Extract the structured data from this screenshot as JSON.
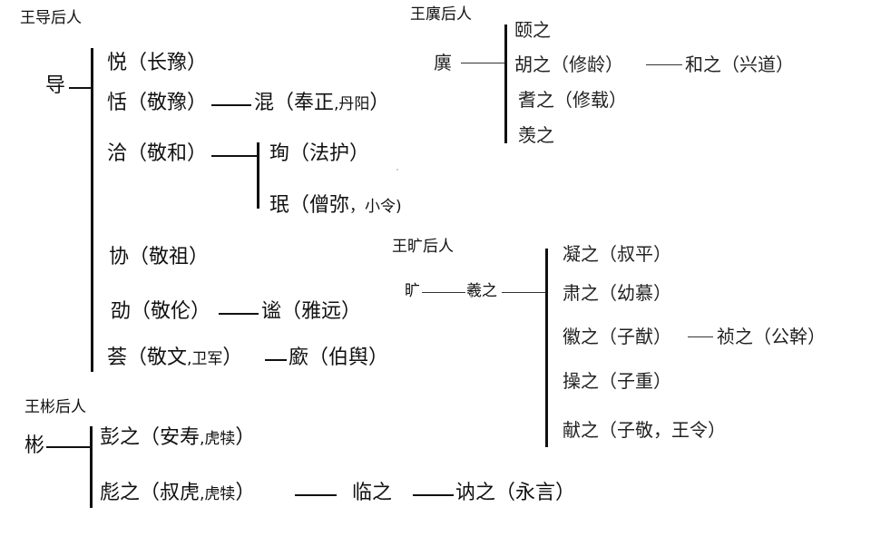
{
  "groups": {
    "dao": {
      "title": "王导后人",
      "root": "导",
      "sons": {
        "yue": "悦（长豫）",
        "tian": "恬（敬豫）",
        "qia": "洽（敬和）",
        "xie": "协（敬祖）",
        "shao": "劭（敬伦）",
        "hui": "荟（敬文"
      },
      "hui_note": ",卫军",
      "hui_close": "）",
      "hun": "混（奉正",
      "hun_note": ",丹阳",
      "hun_close": "）",
      "xun": "珣（法护）",
      "min": "珉（僧弥",
      "min_note": "，小令",
      "min_close": ")",
      "mi": "谧（雅远）",
      "jue": "廞（伯舆）"
    },
    "yi": {
      "title": "王廙后人",
      "root": "廙",
      "sons": [
        "颐之",
        "胡之（修龄）",
        "耆之（修载）",
        "羡之"
      ],
      "grandson": "和之（兴道）"
    },
    "kuang": {
      "title": "王旷后人",
      "root": "旷",
      "son": "羲之",
      "grandsons": [
        "凝之（叔平）",
        "肃之（幼慕）",
        "徽之（子猷）",
        "操之（子重）",
        "献之（子敬，王令）"
      ],
      "great_grandson": "祯之（公幹）"
    },
    "bin": {
      "title": "王彬后人",
      "root": "彬",
      "peng": "彭之（安寿",
      "peng_note": ",虎犊",
      "peng_close": "）",
      "biao": "彪之（叔虎",
      "biao_note": ",虎犊",
      "biao_close": "）",
      "lin": "临之",
      "na": "讷之（永言）"
    }
  }
}
